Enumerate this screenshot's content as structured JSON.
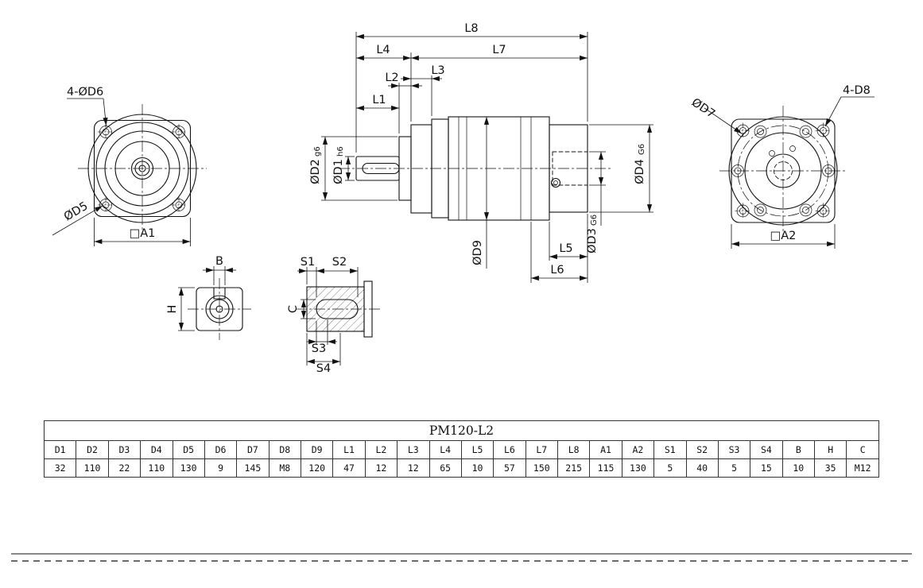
{
  "drawing": {
    "front_view": {
      "holes_label": "4-ØD6",
      "diameter_label": "ØD5",
      "square_label": "□A1"
    },
    "side_view": {
      "dim_l8": "L8",
      "dim_l7": "L7",
      "dim_l4": "L4",
      "dim_l3": "L3",
      "dim_l2": "L2",
      "dim_l1": "L1",
      "dim_l5": "L5",
      "dim_l6": "L6",
      "dim_d2": "ØD2",
      "dim_d2_tol": "g6",
      "dim_d1": "ØD1",
      "dim_d1_tol": "h6",
      "dim_d4": "ØD4",
      "dim_d4_tol": "G6",
      "dim_d3": "ØD3",
      "dim_d3_tol": "G6",
      "dim_d9": "ØD9"
    },
    "rear_view": {
      "diameter_label": "ØD7",
      "holes_label": "4-D8",
      "square_label": "□A2"
    },
    "key_section_view": {
      "dim_b": "B",
      "dim_h": "H"
    },
    "key_slot_view": {
      "dim_s1": "S1",
      "dim_s2": "S2",
      "dim_s3": "S3",
      "dim_s4": "S4",
      "dim_c": "C"
    }
  },
  "table": {
    "title": "PM120-L2",
    "headers": [
      "D1",
      "D2",
      "D3",
      "D4",
      "D5",
      "D6",
      "D7",
      "D8",
      "D9",
      "L1",
      "L2",
      "L3",
      "L4",
      "L5",
      "L6",
      "L7",
      "L8",
      "A1",
      "A2",
      "S1",
      "S2",
      "S3",
      "S4",
      "B",
      "H",
      "C"
    ],
    "values": [
      "32",
      "110",
      "22",
      "110",
      "130",
      "9",
      "145",
      "M8",
      "120",
      "47",
      "12",
      "12",
      "65",
      "10",
      "57",
      "150",
      "215",
      "115",
      "130",
      "5",
      "40",
      "5",
      "15",
      "10",
      "35",
      "M12"
    ]
  }
}
